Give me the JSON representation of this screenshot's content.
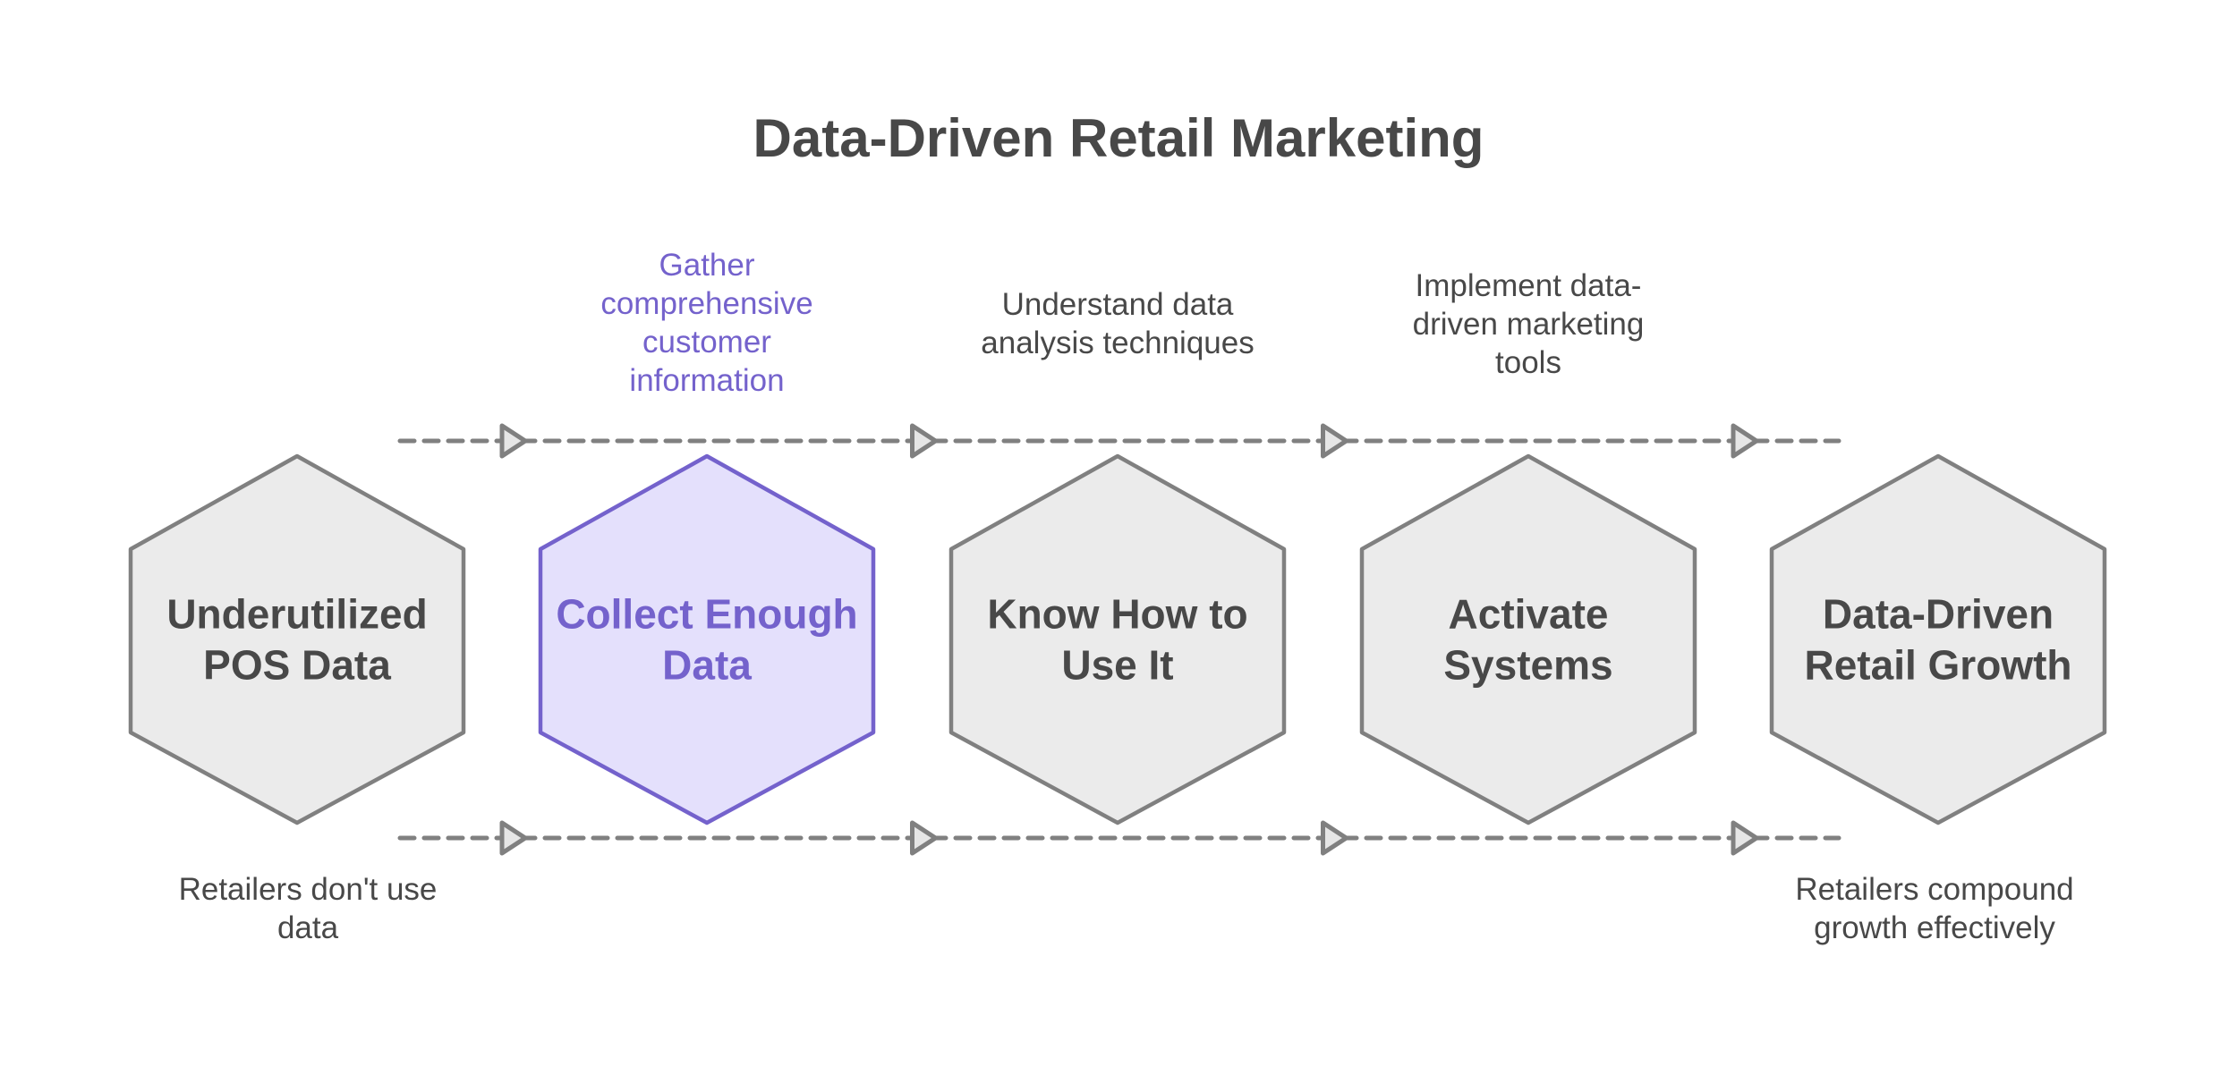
{
  "title": "Data-Driven Retail Marketing",
  "colors": {
    "text": "#484848",
    "neutral_fill": "#ebebeb",
    "neutral_stroke": "#808080",
    "accent": "#7462cc",
    "accent_fill": "#e4e0fc",
    "connector": "#808080",
    "arrow_fill": "#e6e6e6"
  },
  "steps": [
    {
      "label": [
        "Underutilized",
        "POS Data"
      ],
      "highlighted": false,
      "note_position": "below",
      "note": [
        "Retailers don't use",
        "data"
      ]
    },
    {
      "label": [
        "Collect Enough",
        "Data"
      ],
      "highlighted": true,
      "note_position": "above",
      "note": [
        "Gather",
        "comprehensive",
        "customer",
        "information"
      ]
    },
    {
      "label": [
        "Know How to",
        "Use It"
      ],
      "highlighted": false,
      "note_position": "above",
      "note": [
        "Understand data",
        "analysis techniques"
      ]
    },
    {
      "label": [
        "Activate",
        "Systems"
      ],
      "highlighted": false,
      "note_position": "above",
      "note": [
        "Implement data-",
        "driven marketing",
        "tools"
      ]
    },
    {
      "label": [
        "Data-Driven",
        "Retail Growth"
      ],
      "highlighted": false,
      "note_position": "below",
      "note": [
        "Retailers compound",
        "growth effectively"
      ]
    }
  ],
  "connectors": {
    "rows": [
      "top",
      "bottom"
    ],
    "arrow_count": 4,
    "style": "dashed"
  }
}
